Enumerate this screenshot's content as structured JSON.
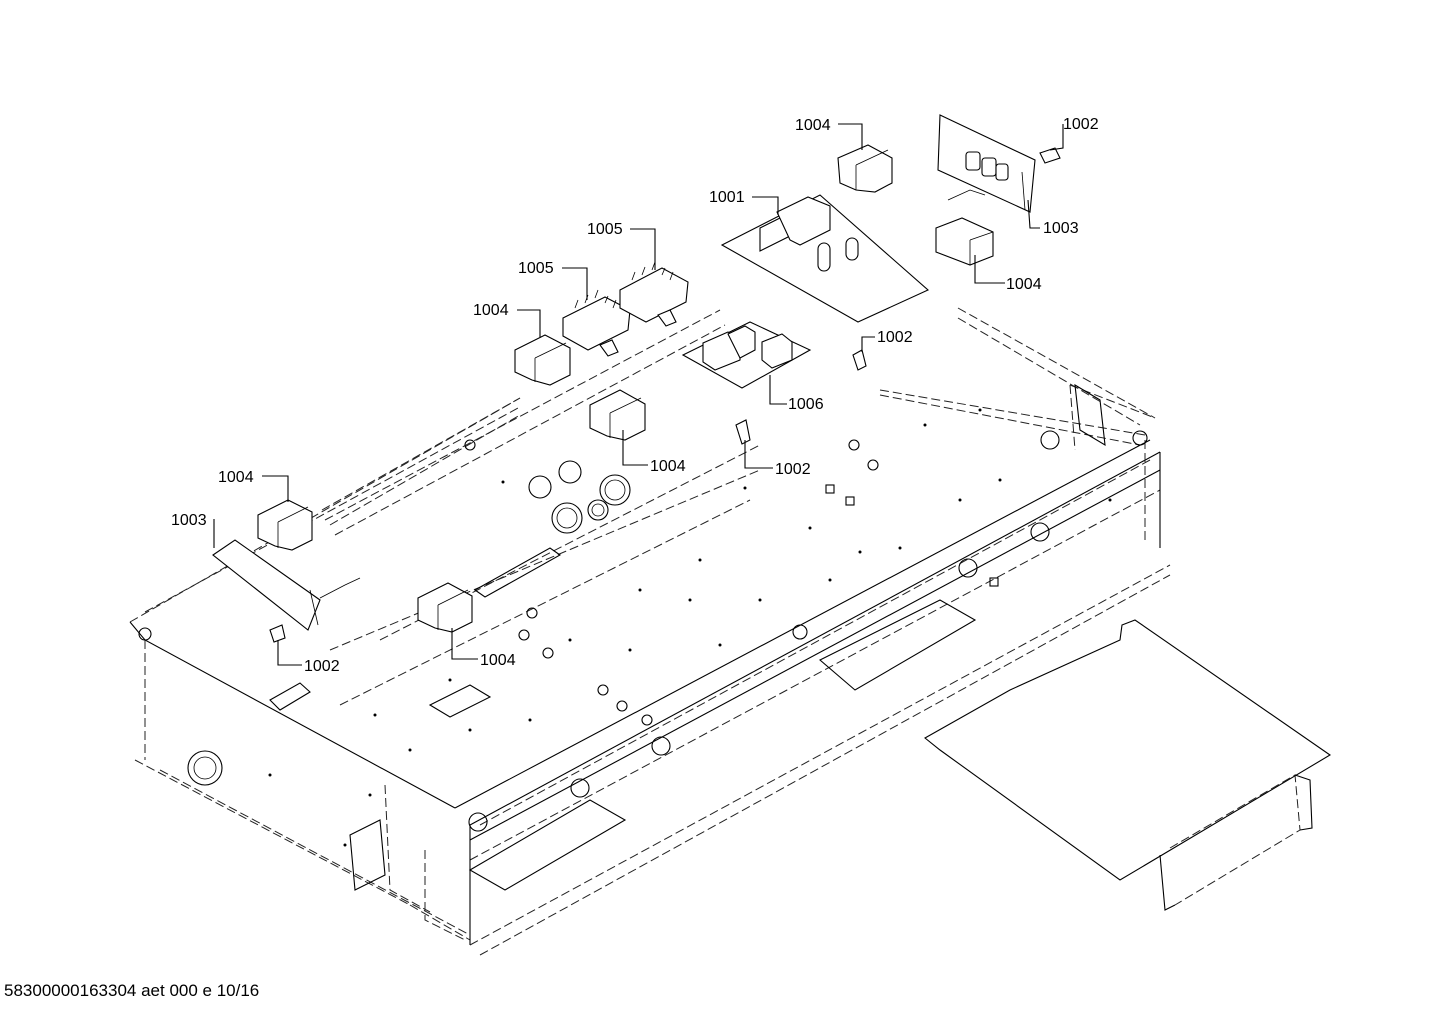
{
  "callouts": [
    {
      "id": "c1",
      "text": "1004"
    },
    {
      "id": "c2",
      "text": "1002"
    },
    {
      "id": "c3",
      "text": "1001"
    },
    {
      "id": "c4",
      "text": "1003"
    },
    {
      "id": "c5",
      "text": "1005"
    },
    {
      "id": "c6",
      "text": "1005"
    },
    {
      "id": "c7",
      "text": "1004"
    },
    {
      "id": "c8",
      "text": "1004"
    },
    {
      "id": "c9",
      "text": "1002"
    },
    {
      "id": "c10",
      "text": "1006"
    },
    {
      "id": "c11",
      "text": "1004"
    },
    {
      "id": "c12",
      "text": "1002"
    },
    {
      "id": "c13",
      "text": "1004"
    },
    {
      "id": "c14",
      "text": "1003"
    },
    {
      "id": "c15",
      "text": "1002"
    },
    {
      "id": "c16",
      "text": "1004"
    }
  ],
  "footer": {
    "doc_code": "58300000163304 aet 000 e 10/16"
  }
}
